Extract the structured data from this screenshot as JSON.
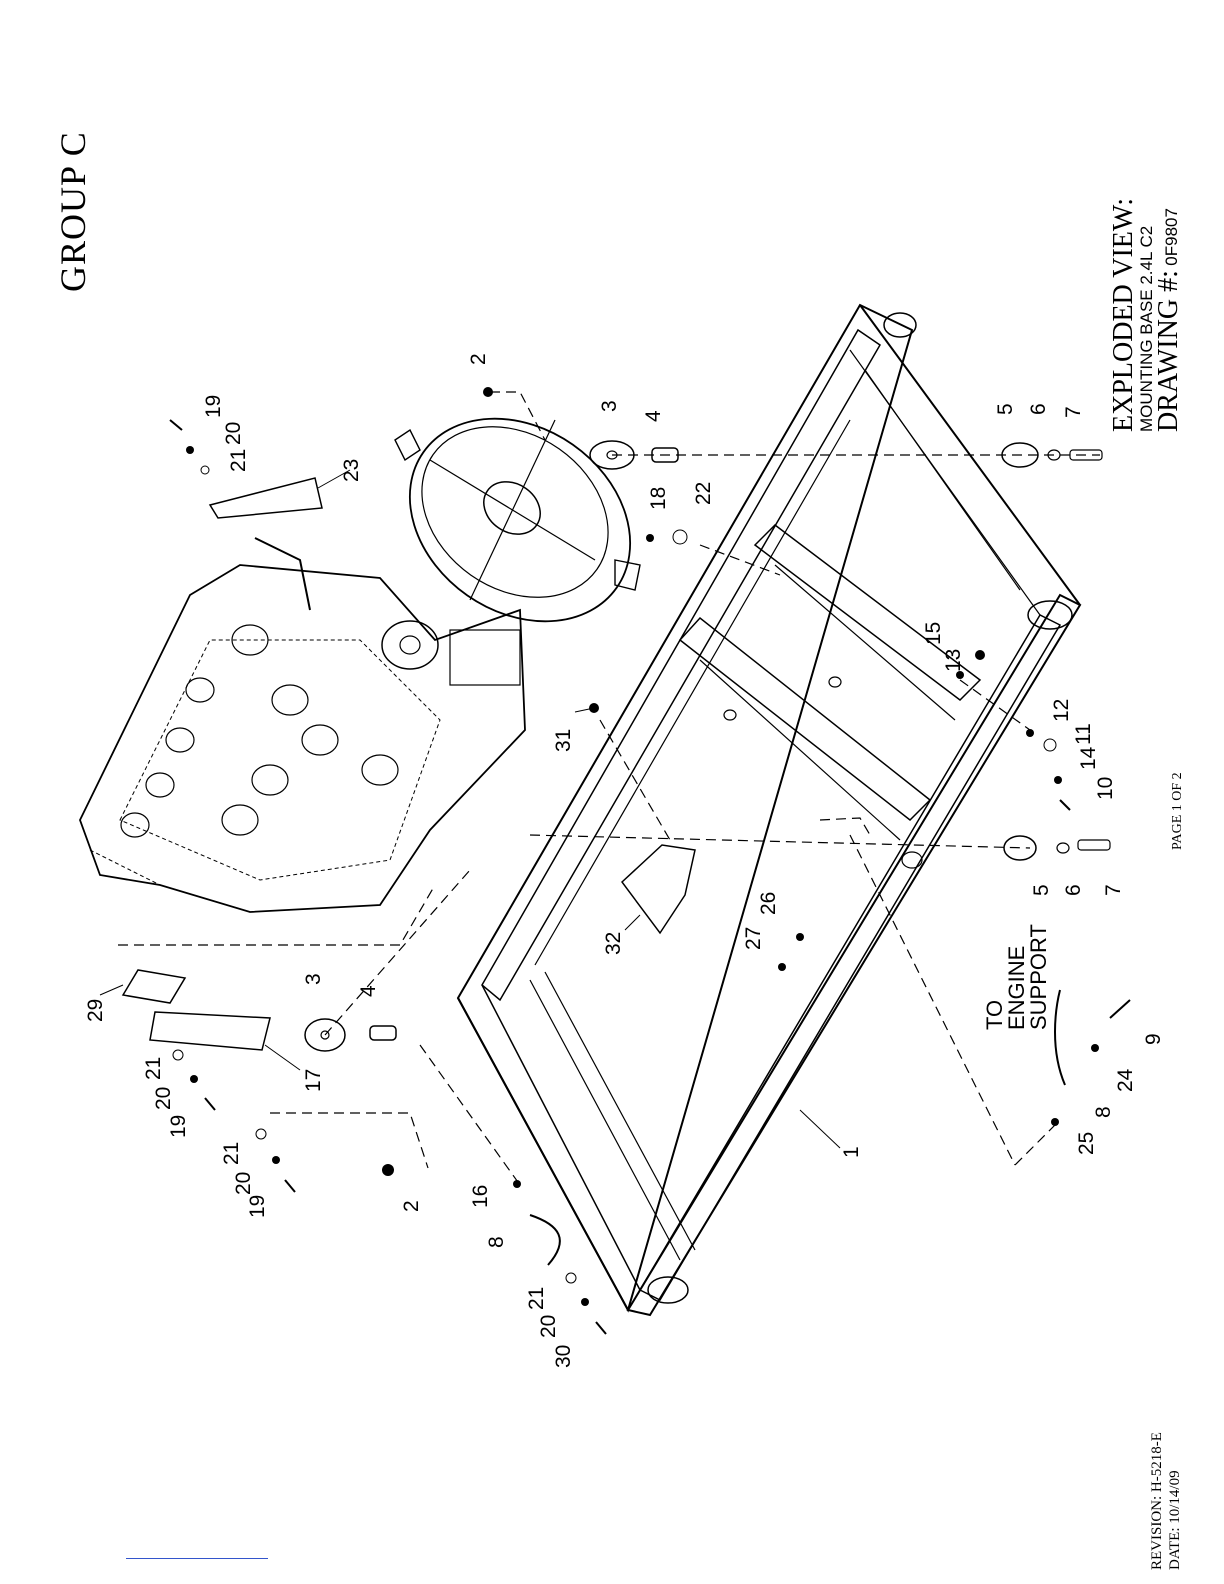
{
  "group_title": "GROUP C",
  "title_block": {
    "heading": "EXPLODED VIEW:",
    "subject": "MOUNTING BASE 2.4L C2",
    "drawing_label": "DRAWING #:",
    "drawing_number": "0F9807"
  },
  "page_label": "PAGE 1 OF 2",
  "revision": {
    "revision_line": "REVISION:  H-5218-E",
    "date_line": "DATE:  10/14/09"
  },
  "note_lines": [
    "TO",
    "ENGINE",
    "SUPPORT"
  ],
  "callouts": [
    "2",
    "19",
    "20",
    "21",
    "23",
    "3",
    "4",
    "18",
    "22",
    "5",
    "6",
    "7",
    "15",
    "13",
    "12",
    "11",
    "14",
    "10",
    "31",
    "26",
    "27",
    "32",
    "29",
    "21",
    "20",
    "19",
    "17",
    "3",
    "4",
    "21",
    "20",
    "19",
    "2",
    "16",
    "8",
    "21",
    "20",
    "30",
    "1",
    "5",
    "6",
    "7",
    "9",
    "24",
    "8",
    "25"
  ]
}
